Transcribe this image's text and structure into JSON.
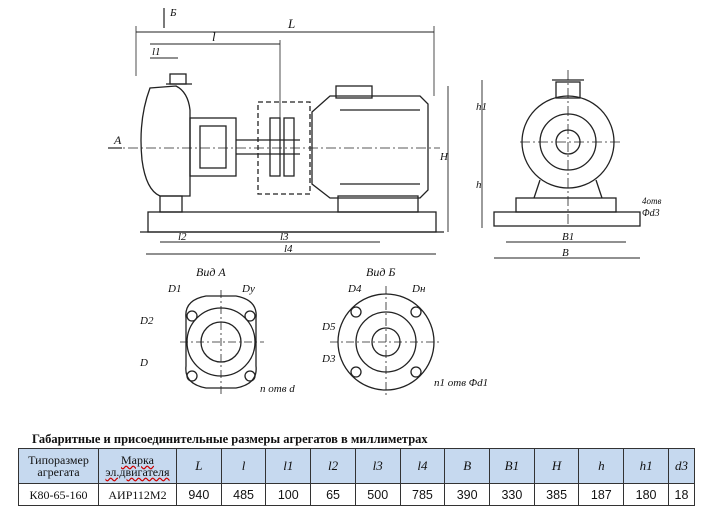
{
  "drawing": {
    "side_view": {
      "dim_L": "L",
      "dim_l": "l",
      "dim_l1": "l1",
      "dim_l2": "l2",
      "dim_l3": "l3",
      "dim_l4": "l4",
      "arrow_A": "A",
      "arrow_B": "Б",
      "dim_H": "H"
    },
    "end_view": {
      "dim_h1": "h1",
      "dim_h": "h",
      "dim_B1": "B1",
      "dim_B": "B",
      "holes_label": "4отв",
      "dim_d3": "Φd3"
    },
    "view_a": {
      "title": "Вид A",
      "D1": "D1",
      "Dy": "Dy",
      "D2": "D2",
      "D": "D",
      "holes": "n отв d"
    },
    "view_b": {
      "title": "Вид Б",
      "D4": "D4",
      "Dn": "Dн",
      "D5": "D5",
      "D3": "D3",
      "holes": "n1 отв Φd1"
    }
  },
  "caption": "Габаритные и присоединительные размеры агрегатов в миллиметрах",
  "table": {
    "headers": [
      "Типоразмер агрегата",
      "Марка эл.двигателя",
      "L",
      "l",
      "l1",
      "l2",
      "l3",
      "l4",
      "B",
      "B1",
      "H",
      "h",
      "h1",
      "d3"
    ],
    "row": [
      "К80-65-160",
      "АИР112М2",
      "940",
      "485",
      "100",
      "65",
      "500",
      "785",
      "390",
      "330",
      "385",
      "187",
      "180",
      "18"
    ]
  }
}
